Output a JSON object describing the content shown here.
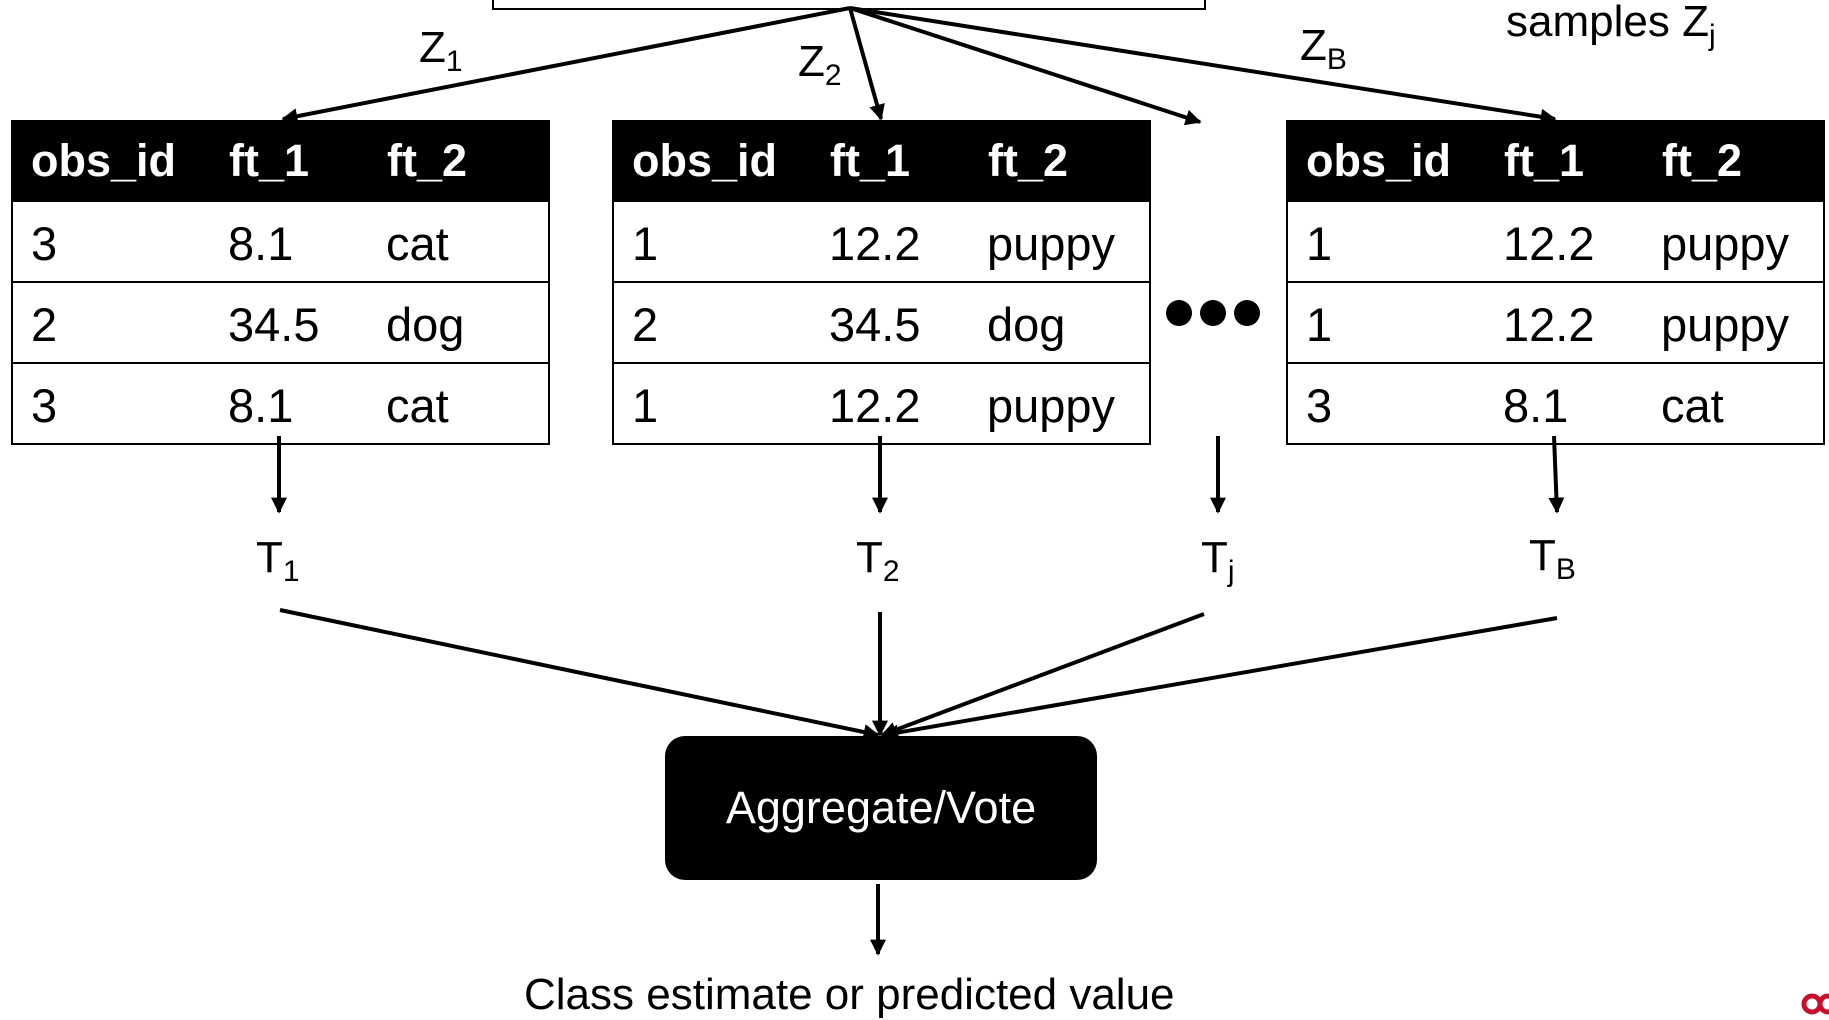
{
  "colors": {
    "ink": "#000000",
    "background": "#ffffff",
    "logo": "#c8102e"
  },
  "top_right_label": {
    "text": "samples Z",
    "sub": "j"
  },
  "sample_labels": [
    {
      "letter": "Z",
      "sub": "1"
    },
    {
      "letter": "Z",
      "sub": "2"
    },
    {
      "letter": "Z",
      "sub": "B"
    }
  ],
  "tables": [
    {
      "headers": [
        "obs_id",
        "ft_1",
        "ft_2"
      ],
      "rows": [
        [
          "3",
          "8.1",
          "cat"
        ],
        [
          "2",
          "34.5",
          "dog"
        ],
        [
          "3",
          "8.1",
          "cat"
        ]
      ]
    },
    {
      "headers": [
        "obs_id",
        "ft_1",
        "ft_2"
      ],
      "rows": [
        [
          "1",
          "12.2",
          "puppy"
        ],
        [
          "2",
          "34.5",
          "dog"
        ],
        [
          "1",
          "12.2",
          "puppy"
        ]
      ]
    },
    {
      "headers": [
        "obs_id",
        "ft_1",
        "ft_2"
      ],
      "rows": [
        [
          "1",
          "12.2",
          "puppy"
        ],
        [
          "1",
          "12.2",
          "puppy"
        ],
        [
          "3",
          "8.1",
          "cat"
        ]
      ]
    }
  ],
  "ellipsis_icon": "three-dots",
  "tree_labels": [
    {
      "letter": "T",
      "sub": "1"
    },
    {
      "letter": "T",
      "sub": "2"
    },
    {
      "letter": "T",
      "sub": "j"
    },
    {
      "letter": "T",
      "sub": "B"
    }
  ],
  "aggregate_label": "Aggregate/Vote",
  "output_label": "Class estimate or predicted value"
}
